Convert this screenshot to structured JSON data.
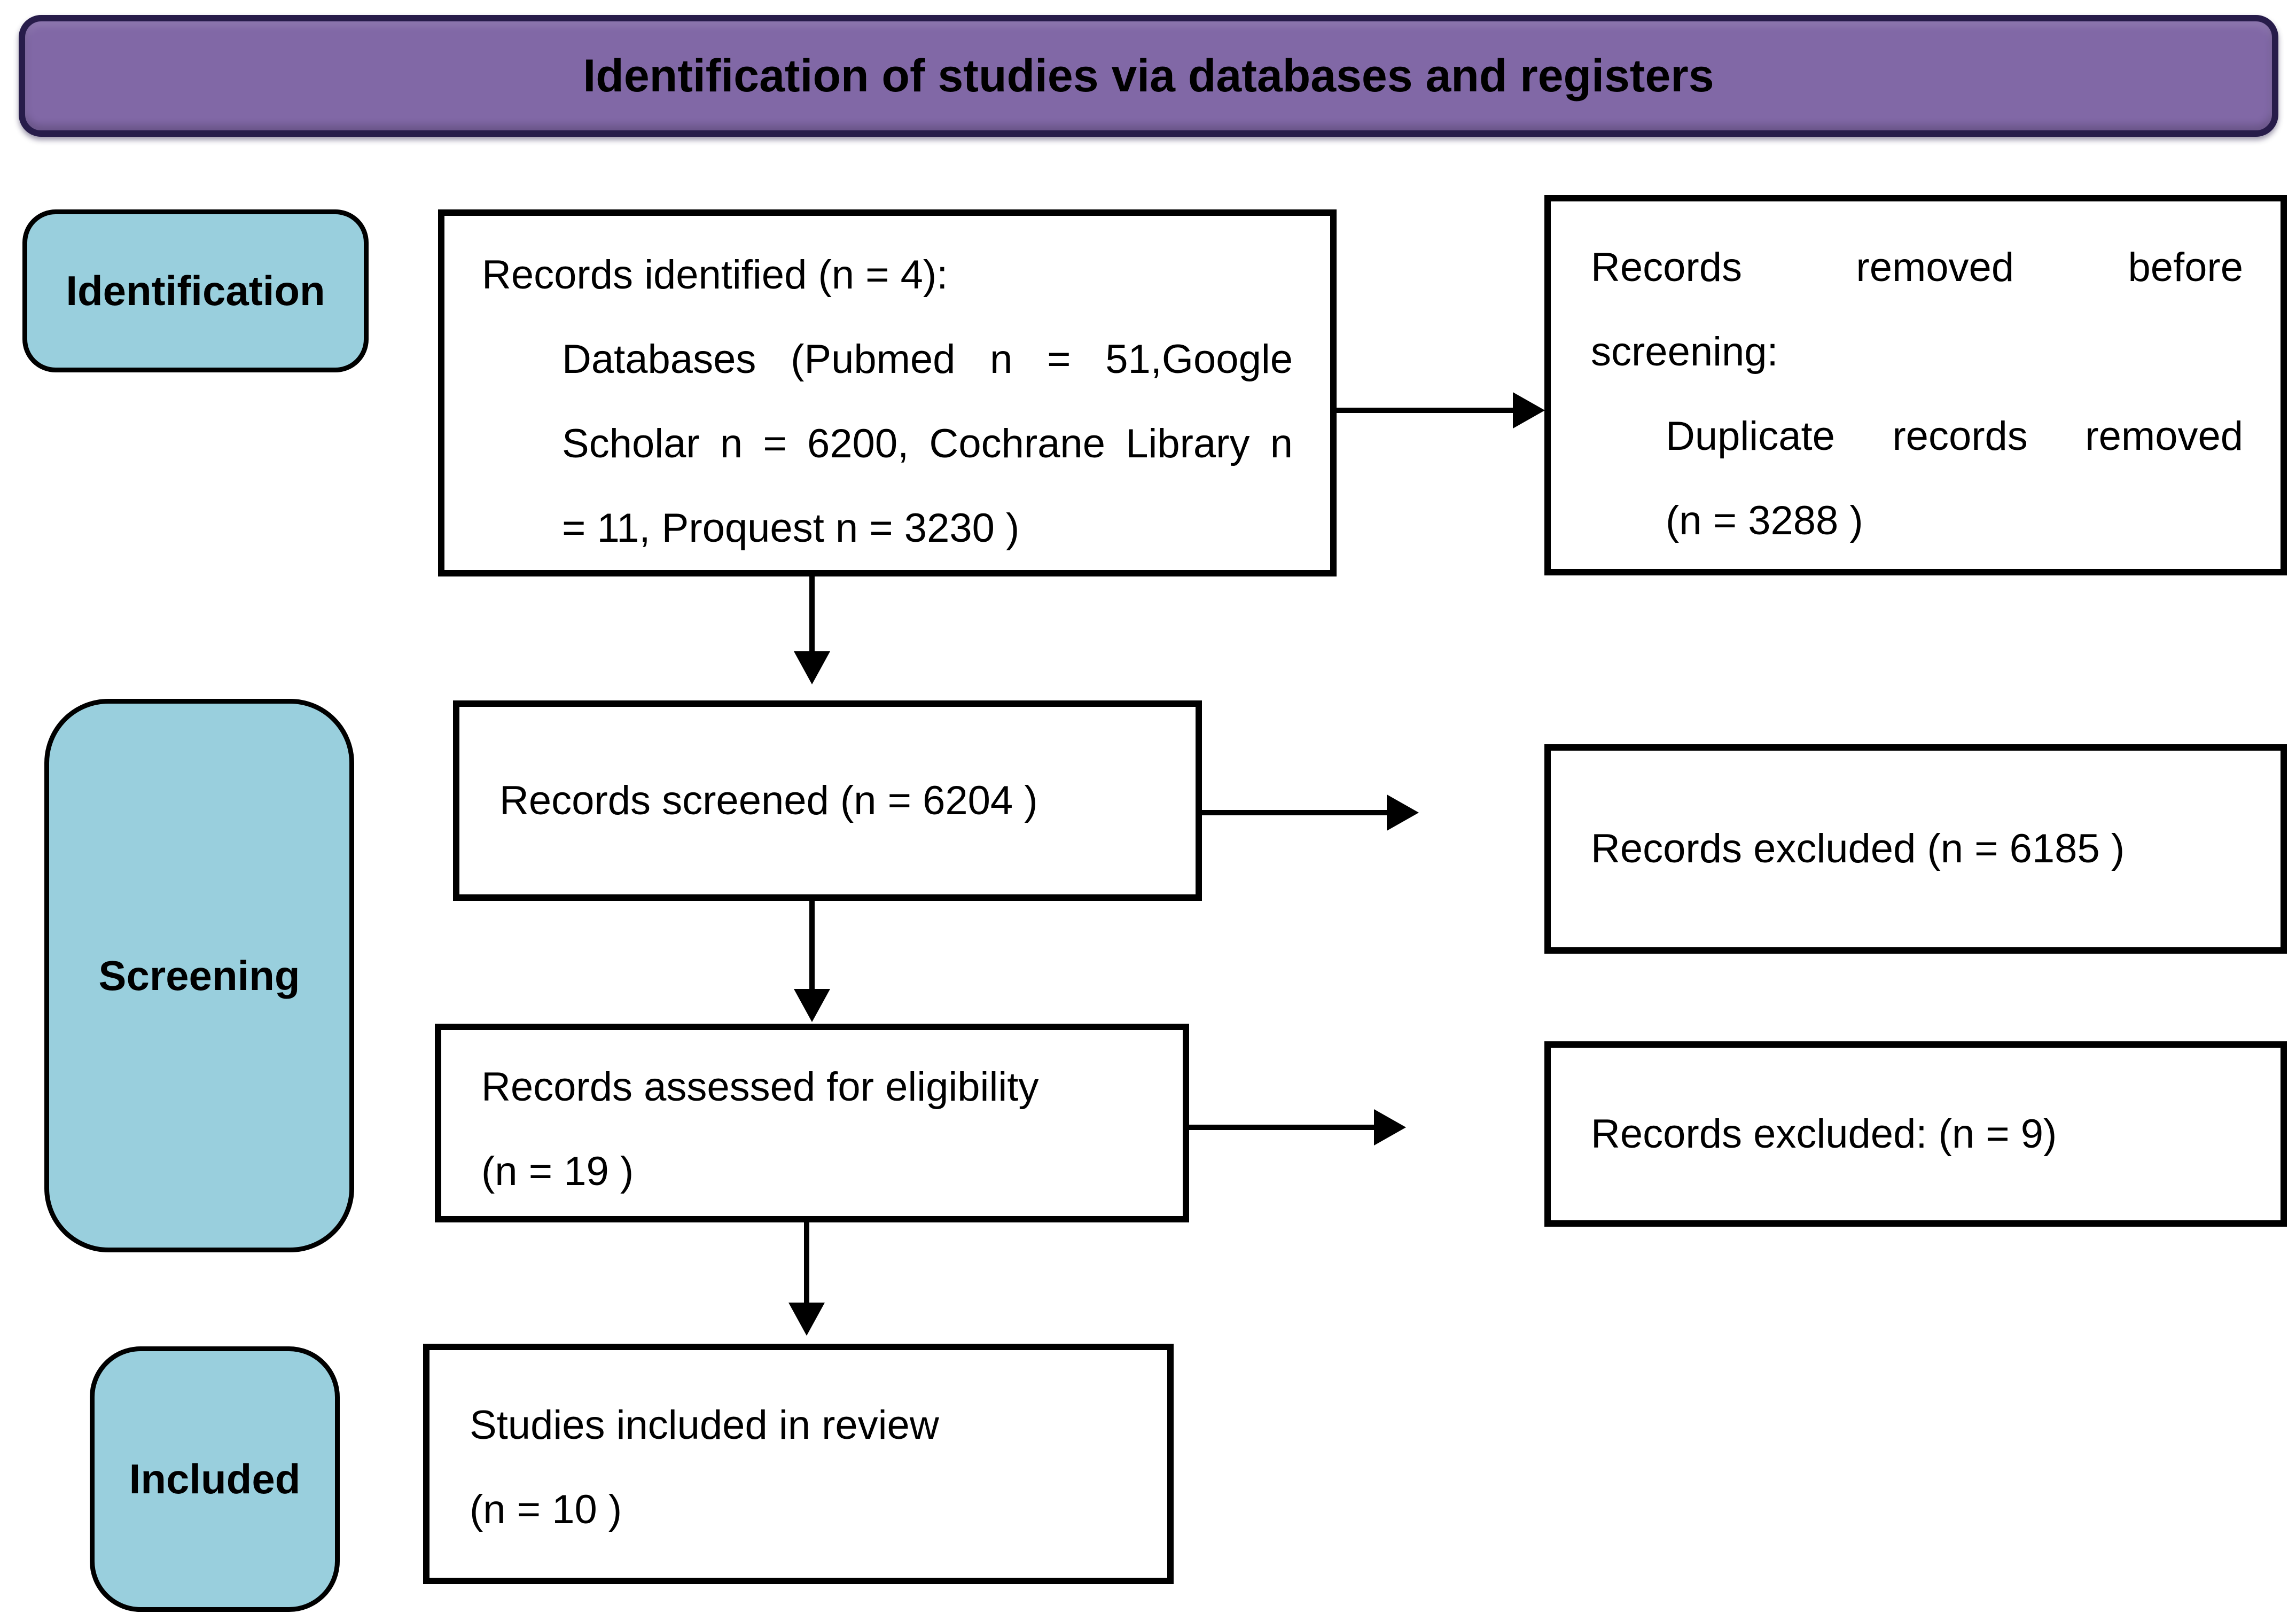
{
  "banner": {
    "title": "Identification of studies via databases and registers"
  },
  "stage_labels": {
    "identification": "Identification",
    "screening": "Screening",
    "included": "Included"
  },
  "boxes": {
    "records_identified": {
      "line1": "Records identified (n = 4):",
      "line2": "Databases (Pubmed n = 51,Google",
      "line3": "Scholar n = 6200, Cochrane Library n",
      "line4": "= 11, Proquest n = 3230 )"
    },
    "records_removed": {
      "line1": "Records removed before",
      "line2": "screening:",
      "line3": "Duplicate records removed",
      "line4": "(n = 3288 )"
    },
    "records_screened": {
      "line1": "Records screened (n = 6204 )"
    },
    "records_excluded_screening": {
      "line1": "Records excluded (n = 6185 )"
    },
    "records_assessed": {
      "line1": "Records assessed for eligibility",
      "line2": "(n = 19 )"
    },
    "records_excluded_eligibility": {
      "line1": "Records excluded: (n = 9)"
    },
    "studies_included": {
      "line1": "Studies included in review",
      "line2": "(n = 10 )"
    }
  },
  "colors": {
    "banner_fill": "#8168a6",
    "banner_border": "#271c4a",
    "stage_fill": "#99cfdd",
    "box_border": "#000000",
    "arrow_color": "#000000"
  }
}
